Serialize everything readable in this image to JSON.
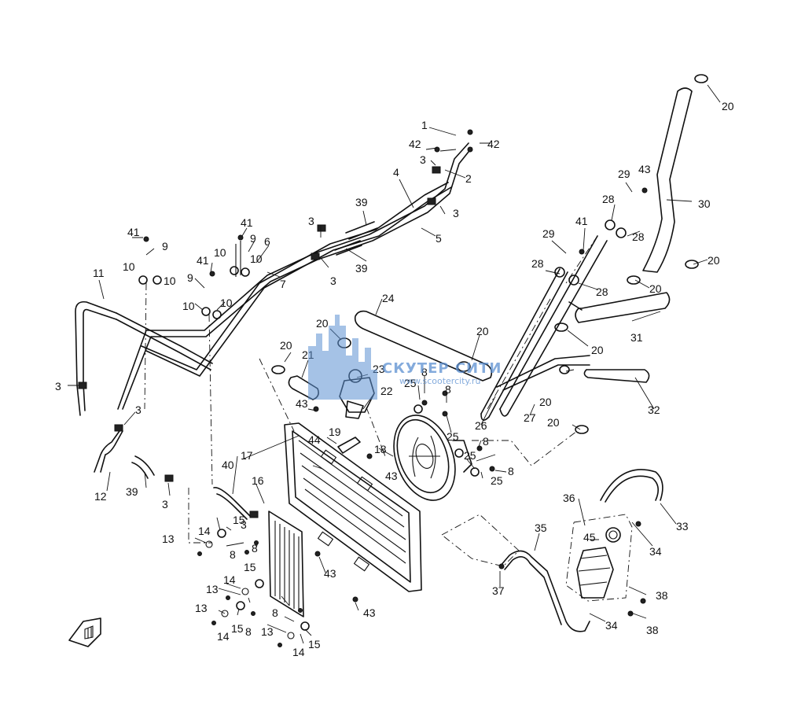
{
  "watermark": {
    "title": "СКУТЕР СИТИ",
    "url": "www.scootercity.ru",
    "color": "#5b8fd1"
  },
  "direction_arrow": {
    "icon": "front-direction-arrow-icon"
  },
  "callouts": [
    "1",
    "2",
    "3",
    "4",
    "5",
    "6",
    "7",
    "8",
    "9",
    "10",
    "11",
    "12",
    "13",
    "14",
    "15",
    "16",
    "17",
    "18",
    "19",
    "20",
    "21",
    "22",
    "23",
    "24",
    "25",
    "26",
    "27",
    "28",
    "29",
    "30",
    "31",
    "32",
    "33",
    "34",
    "35",
    "36",
    "37",
    "38",
    "39",
    "40",
    "41",
    "42",
    "43",
    "44",
    "45"
  ]
}
